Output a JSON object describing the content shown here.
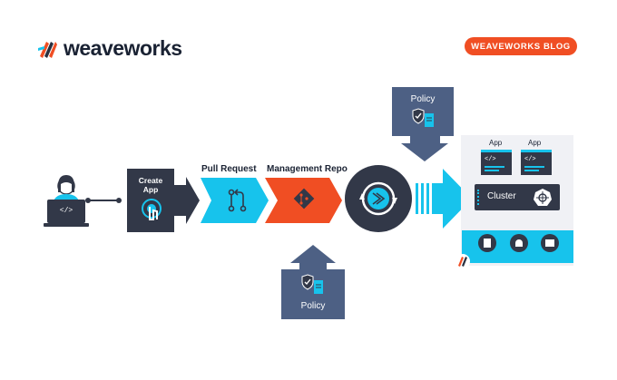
{
  "header": {
    "brand": "weaveworks",
    "blog_button": "WEAVEWORKS BLOG"
  },
  "nodes": {
    "developer_icon": "</>",
    "create_app": "Create\nApp",
    "pull_request": "Pull Request",
    "management_repo": "Management Repo",
    "policy_top": "Policy",
    "policy_bottom": "Policy",
    "cluster": "Cluster",
    "app_1": "App",
    "app_2": "App",
    "app_code_1": "</>",
    "app_code_2": "</>"
  },
  "colors": {
    "brand_orange": "#f04e23",
    "navy": "#323848",
    "slate": "#4d6084",
    "cyan": "#17c3ec",
    "light_gray": "#f0f1f5"
  },
  "icons": [
    "weaveworks-logo-icon",
    "developer-icon",
    "laptop-icon",
    "touch-icon",
    "git-pull-request-icon",
    "git-icon",
    "flux-gitops-icon",
    "shield-check-icon",
    "document-icon",
    "kubernetes-icon",
    "code-window-icon"
  ]
}
